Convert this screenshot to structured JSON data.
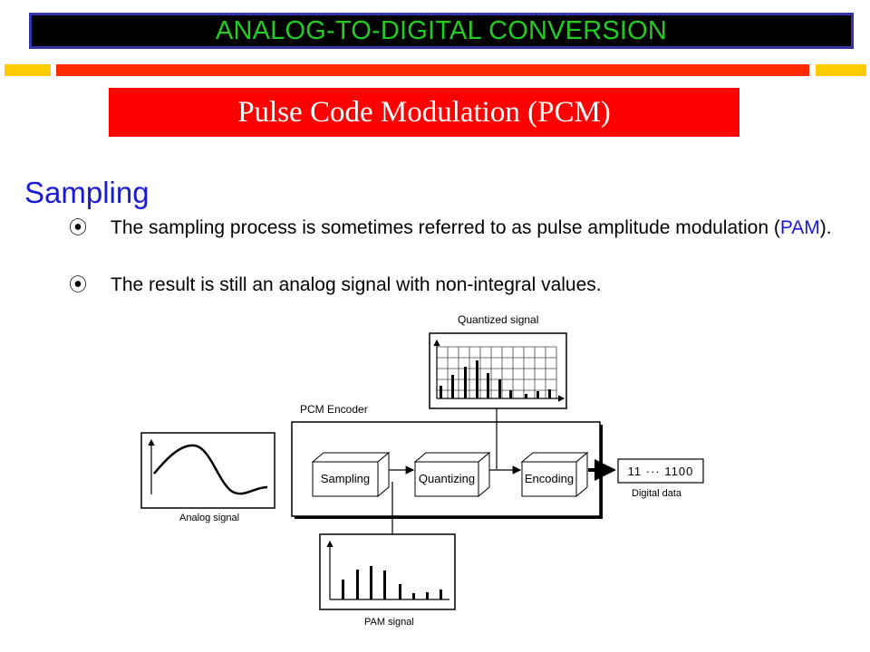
{
  "header": {
    "banner_title": "ANALOG-TO-DIGITAL CONVERSION",
    "subtitle": "Pulse Code Modulation (PCM)"
  },
  "content": {
    "section_heading": "Sampling",
    "bullets": [
      {
        "marker": "⦿",
        "text_before": "The sampling process is sometimes referred to as pulse amplitude modulation (",
        "highlight": "PAM",
        "text_after": ")."
      },
      {
        "marker": "⦿",
        "text": "The result is still an analog signal with non-integral values."
      }
    ]
  },
  "diagram": {
    "encoder_label": "PCM Encoder",
    "blocks": {
      "sampling": "Sampling",
      "quantizing": "Quantizing",
      "encoding": "Encoding"
    },
    "output_bits": "11 ··· 1100",
    "captions": {
      "analog": "Analog signal",
      "pam": "PAM signal",
      "quantized": "Quantized signal",
      "digital": "Digital data"
    }
  },
  "colors": {
    "banner_text": "#22cc22",
    "banner_border": "#3333aa",
    "subtitle_bg": "#ff0000",
    "heading": "#1a1ad4",
    "deco_yellow": "#ffcc00",
    "deco_red": "#ff2a00"
  }
}
